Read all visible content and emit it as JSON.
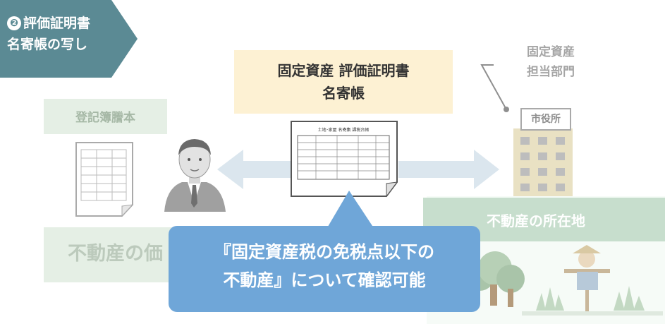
{
  "step": {
    "number": "❷",
    "line1": "評価証明書",
    "line2": "名寄帳の写し"
  },
  "certificate": {
    "line1": "固定資産 評価証明書",
    "line2": "名寄帳",
    "document_title": "土地･家屋 名寄集 課税台帳"
  },
  "registry": {
    "label": "登記簿謄本"
  },
  "department": {
    "line1": "固定資産",
    "line2": "担当部門",
    "building_label": "市役所"
  },
  "location": {
    "label": "不動産の所在地"
  },
  "property_label": "不動産の価",
  "callout": {
    "line1": "『固定資産税の免税点以下の",
    "line2": "不動産』について確認可能"
  },
  "colors": {
    "step_tag": "#5b8a94",
    "callout": "#6fa6d8",
    "cert_box": "#fdf1d3",
    "green_box": "#e5efe5",
    "arrow": "#dbe6ee"
  }
}
